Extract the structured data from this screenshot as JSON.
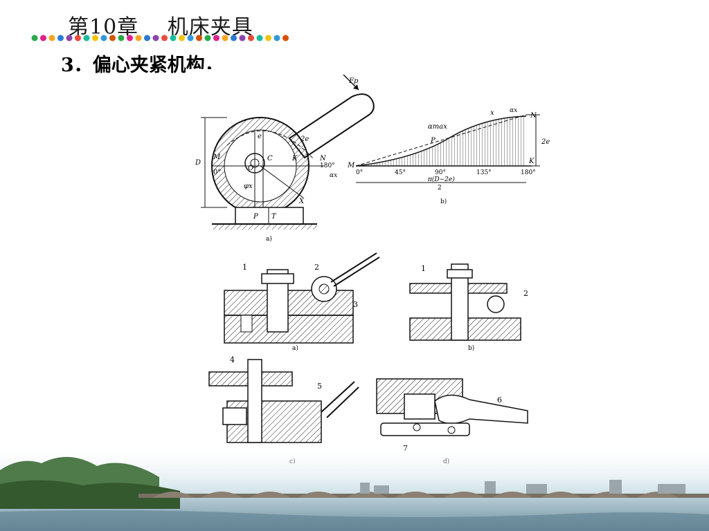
{
  "header": {
    "chapter_title": "第10章　 机床夹具",
    "dot_colors": [
      "#2aa84a",
      "#e0218a",
      "#f5a623",
      "#2b7bd6",
      "#8e44ad",
      "#e74c3c",
      "#1abc9c",
      "#f1c40f",
      "#3498db",
      "#d35400"
    ]
  },
  "section": {
    "title": "3．偏心夹紧机构，"
  },
  "figure_top_left": {
    "force_label": "Fp",
    "label_e": "e",
    "label_2e": "2e",
    "label_M": "M",
    "label_0deg": "0°",
    "label_O": "O",
    "label_C": "C",
    "label_K": "K",
    "label_N": "N",
    "label_180": "180°",
    "label_D": "D",
    "label_phi": "φx",
    "label_X": "X",
    "label_P": "P",
    "label_T": "T",
    "label_alpha": "αx",
    "caption": "a)"
  },
  "figure_top_right": {
    "label_alpha_max": "αmax",
    "label_x": "x",
    "label_alpha_x": "αx",
    "label_N": "N",
    "label_P": "P",
    "label_M": "M",
    "label_K": "K",
    "label_2e": "2e",
    "x_ticks": [
      "0°",
      "45°",
      "90°",
      "135°",
      "180°"
    ],
    "span_label_top": "π(D−2e)",
    "span_label_bottom": "2",
    "caption": "b)"
  },
  "figure_mid_left": {
    "labels": [
      "1",
      "2",
      "3"
    ],
    "caption": "a)"
  },
  "figure_mid_right": {
    "labels": [
      "1",
      "2"
    ],
    "caption": "b)"
  },
  "figure_bottom_left": {
    "labels": [
      "4",
      "5"
    ],
    "caption": "c)"
  },
  "figure_bottom_right": {
    "labels": [
      "6",
      "7"
    ],
    "caption": "d)"
  }
}
